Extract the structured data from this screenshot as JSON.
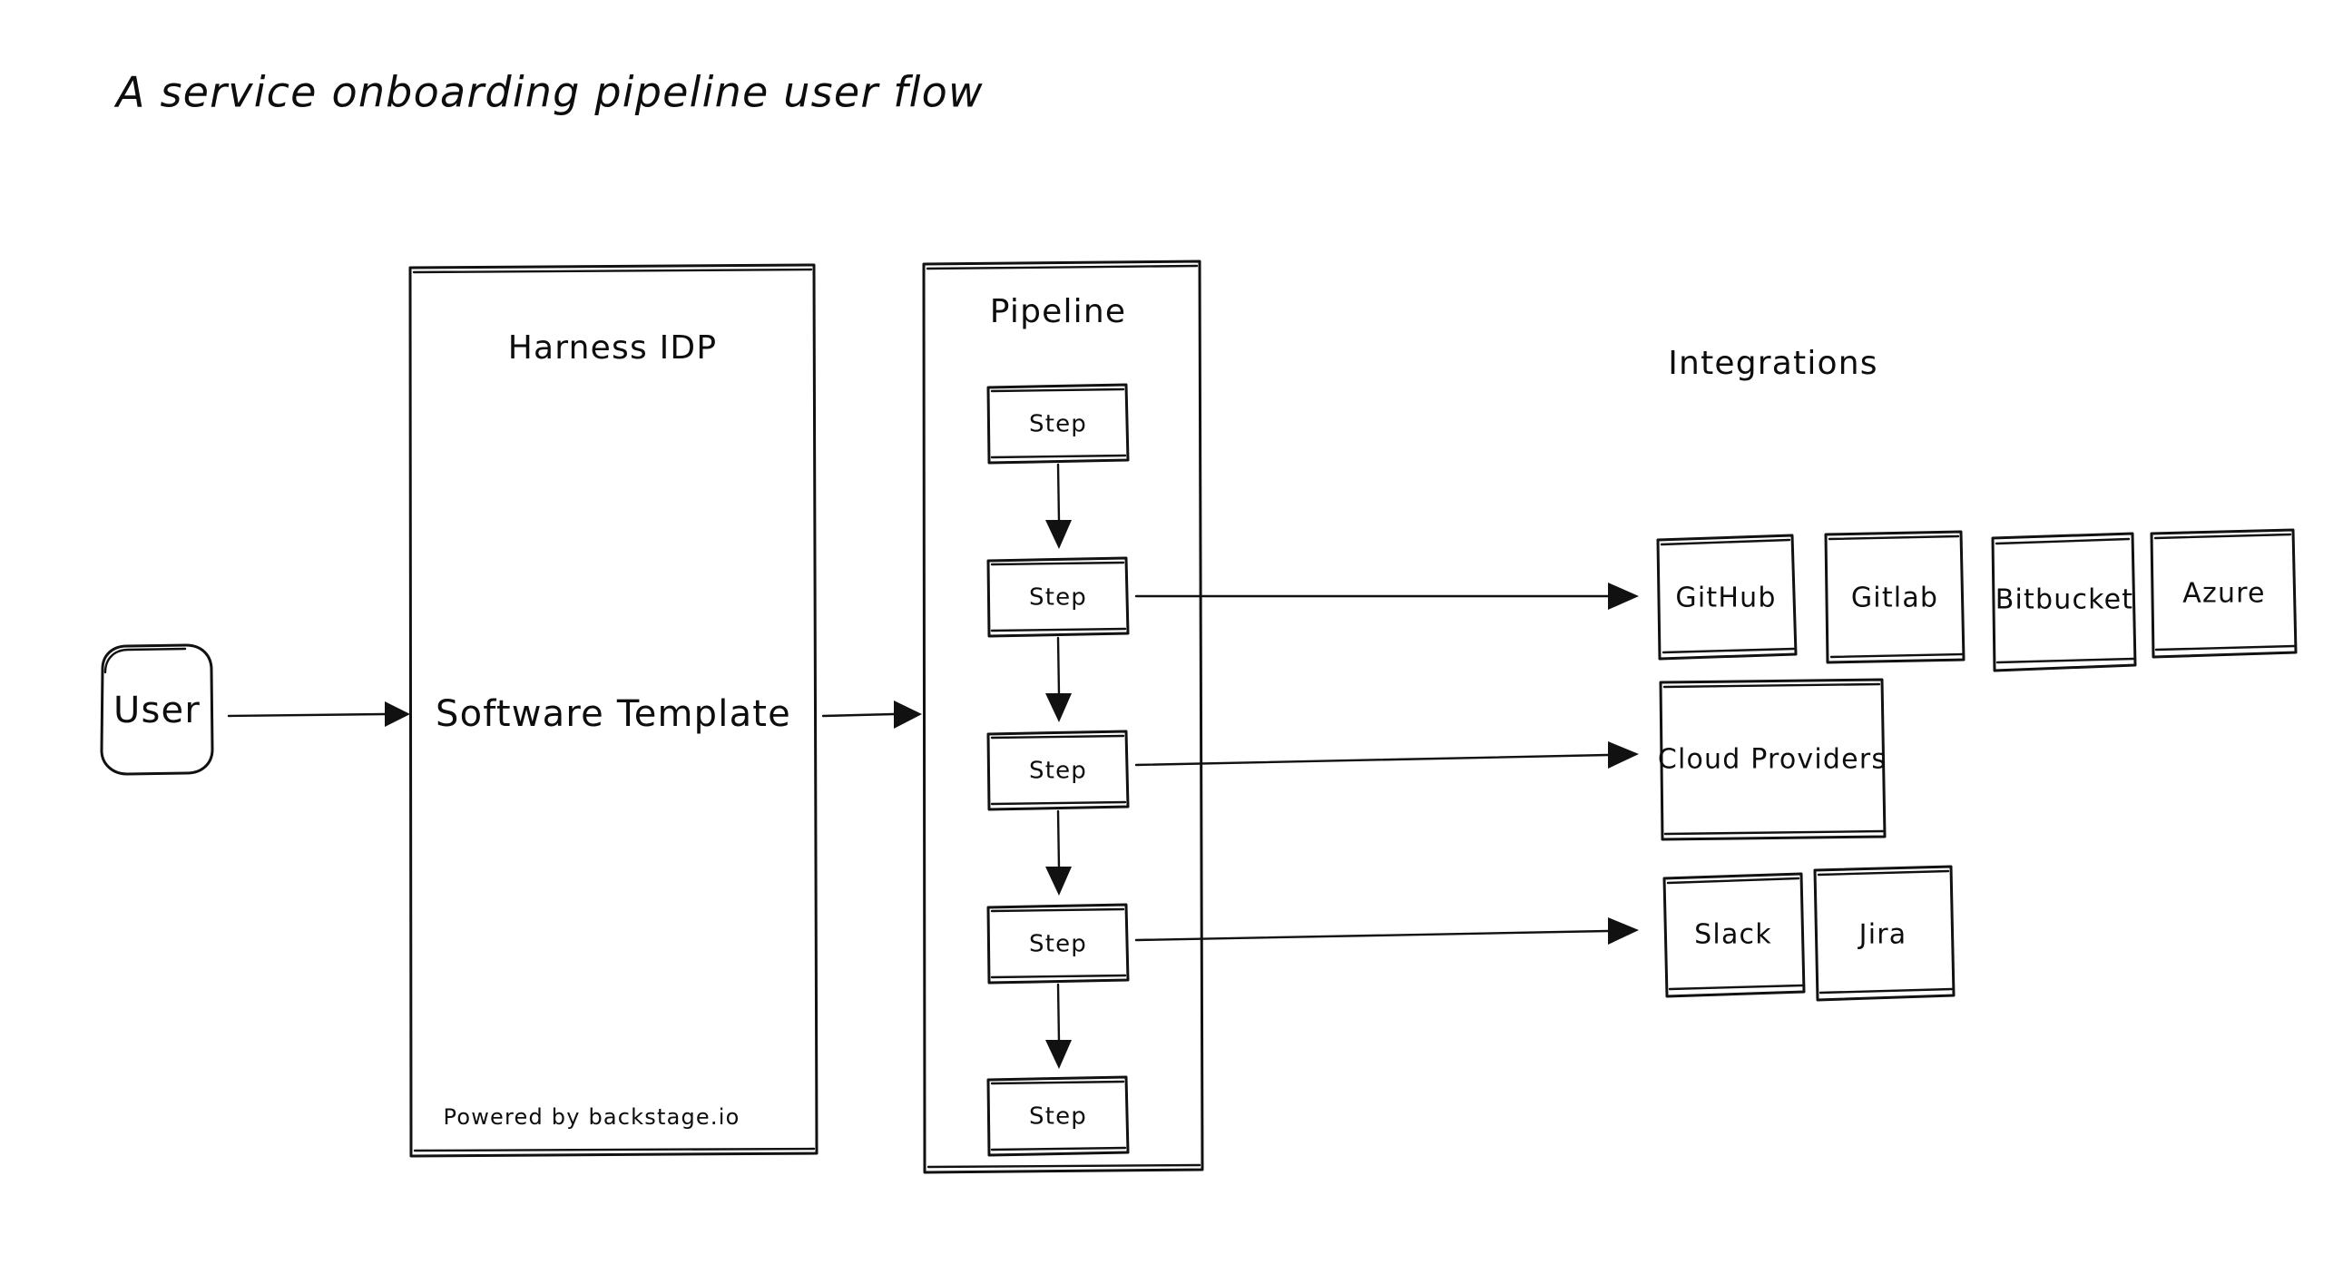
{
  "page": {
    "title": "A service onboarding pipeline user flow",
    "background_color": "#ffffff",
    "ink_color": "#111111",
    "style": "hand-drawn sketch"
  },
  "nodes": {
    "user": {
      "label": "User",
      "shape": "rounded-rectangle"
    },
    "harness_idp": {
      "label": "Harness IDP",
      "inner_label": "Software Template",
      "footer_label": "Powered by backstage.io",
      "shape": "rectangle"
    },
    "pipeline": {
      "label": "Pipeline",
      "shape": "rectangle",
      "steps": [
        {
          "label": "Step"
        },
        {
          "label": "Step"
        },
        {
          "label": "Step"
        },
        {
          "label": "Step"
        },
        {
          "label": "Step"
        }
      ]
    },
    "integrations": {
      "label": "Integrations",
      "row_scm": [
        {
          "label": "GitHub"
        },
        {
          "label": "Gitlab"
        },
        {
          "label": "Bitbucket"
        },
        {
          "label": "Azure"
        }
      ],
      "row_cloud": [
        {
          "label": "Cloud Providers"
        }
      ],
      "row_tools": [
        {
          "label": "Slack"
        },
        {
          "label": "Jira"
        }
      ]
    }
  },
  "edges": [
    {
      "from": "user",
      "to": "harness_idp",
      "direction": "right"
    },
    {
      "from": "harness_idp",
      "to": "pipeline",
      "direction": "right"
    },
    {
      "from": "step-1",
      "to": "step-2",
      "direction": "down"
    },
    {
      "from": "step-2",
      "to": "step-3",
      "direction": "down"
    },
    {
      "from": "step-3",
      "to": "step-4",
      "direction": "down"
    },
    {
      "from": "step-4",
      "to": "step-5",
      "direction": "down"
    },
    {
      "from": "step-2",
      "to": "row_scm",
      "direction": "right"
    },
    {
      "from": "step-3",
      "to": "row_cloud",
      "direction": "right"
    },
    {
      "from": "step-4",
      "to": "row_tools",
      "direction": "right"
    }
  ]
}
